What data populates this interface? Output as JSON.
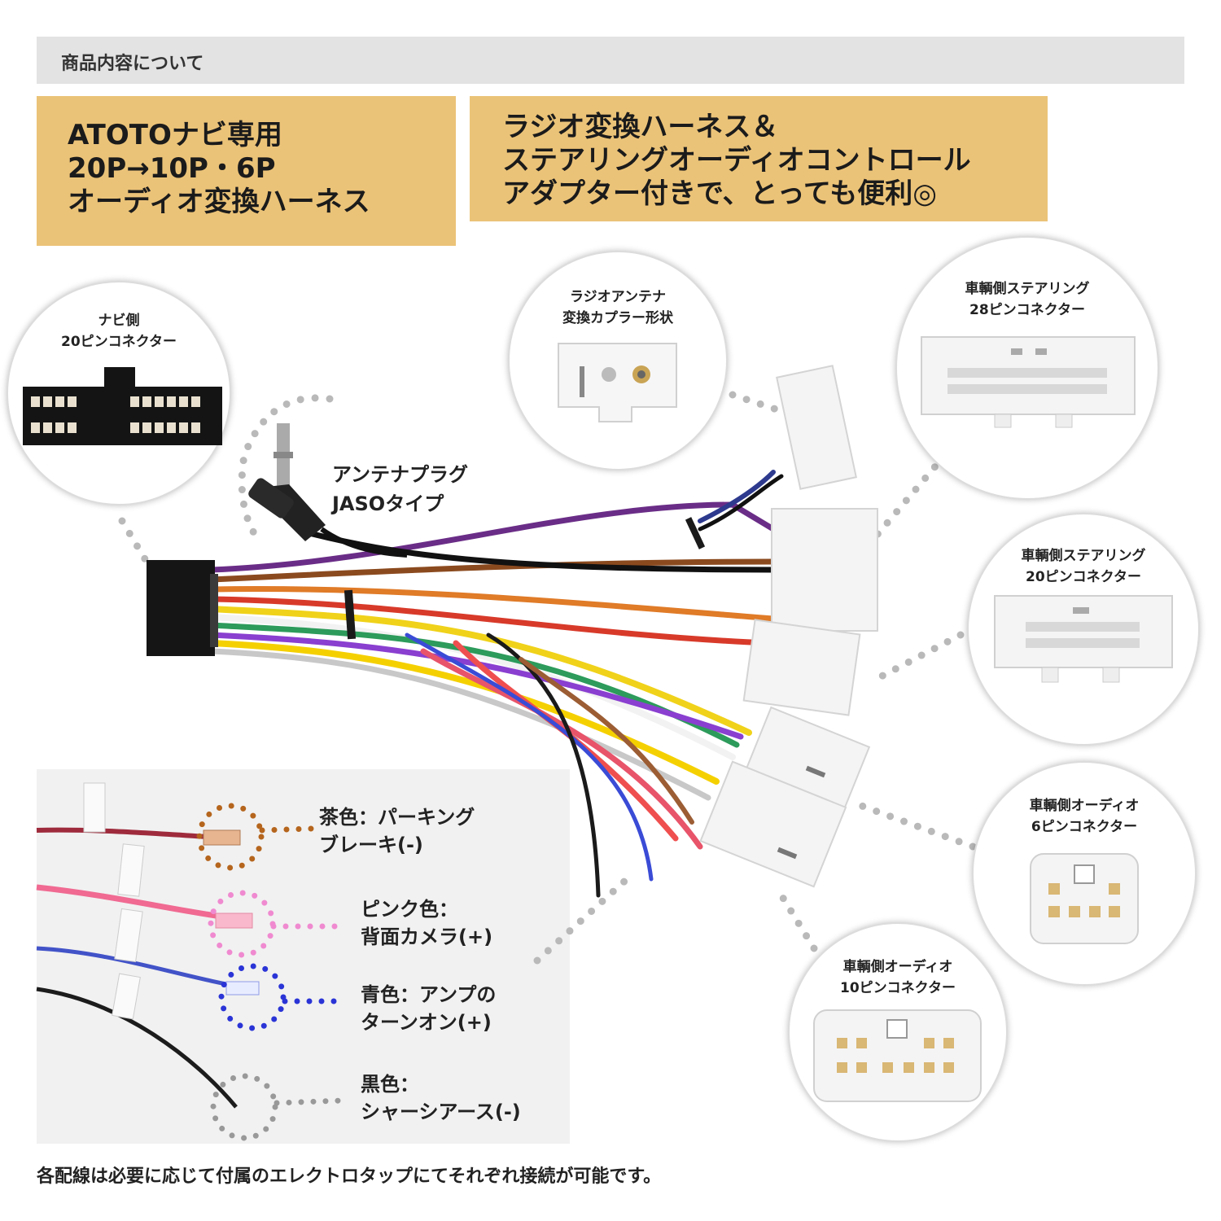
{
  "header": {
    "title": "商品内容について"
  },
  "box_left": {
    "lines": [
      "ATOTOナビ専用",
      "20P→10P・6P",
      "オーディオ変換ハーネス"
    ]
  },
  "box_right": {
    "lines": [
      "ラジオ変換ハーネス＆",
      "ステアリングオーディオコントロール",
      "アダプター付きで、とっても便利◎"
    ]
  },
  "connectors": {
    "navi20": {
      "line1": "ナビ側",
      "line2": "20ピンコネクター"
    },
    "radio_antenna": {
      "line1": "ラジオアンテナ",
      "line2": "変換カプラー形状"
    },
    "steer28": {
      "line1": "車輌側ステアリング",
      "line2": "28ピンコネクター"
    },
    "steer20": {
      "line1": "車輌側ステアリング",
      "line2": "20ピンコネクター"
    },
    "audio6": {
      "line1": "車輌側オーディオ",
      "line2": "6ピンコネクター"
    },
    "audio10": {
      "line1": "車輌側オーディオ",
      "line2": "10ピンコネクター"
    }
  },
  "antenna_plug": {
    "line1": "アンテナプラグ",
    "line2": "JASOタイプ"
  },
  "wires": [
    {
      "line1": "茶色：パーキング",
      "line2": "ブレーキ(-)",
      "color": "#b5651d"
    },
    {
      "line1": "ピンク色：",
      "line2": "背面カメラ(+)",
      "color": "#f08ad0"
    },
    {
      "line1": "青色：アンプの",
      "line2": "ターンオン(+)",
      "color": "#2a34d6"
    },
    {
      "line1": "黒色：",
      "line2": "シャーシアース(-)",
      "color": "#999999"
    }
  ],
  "footnote": "各配線は必要に応じて付属のエレクトロタップにてそれぞれ接続が可能です。",
  "colors": {
    "gold": "#ebc378",
    "header_gray": "#e3e3e3",
    "dotted": "#b9b9b9"
  }
}
